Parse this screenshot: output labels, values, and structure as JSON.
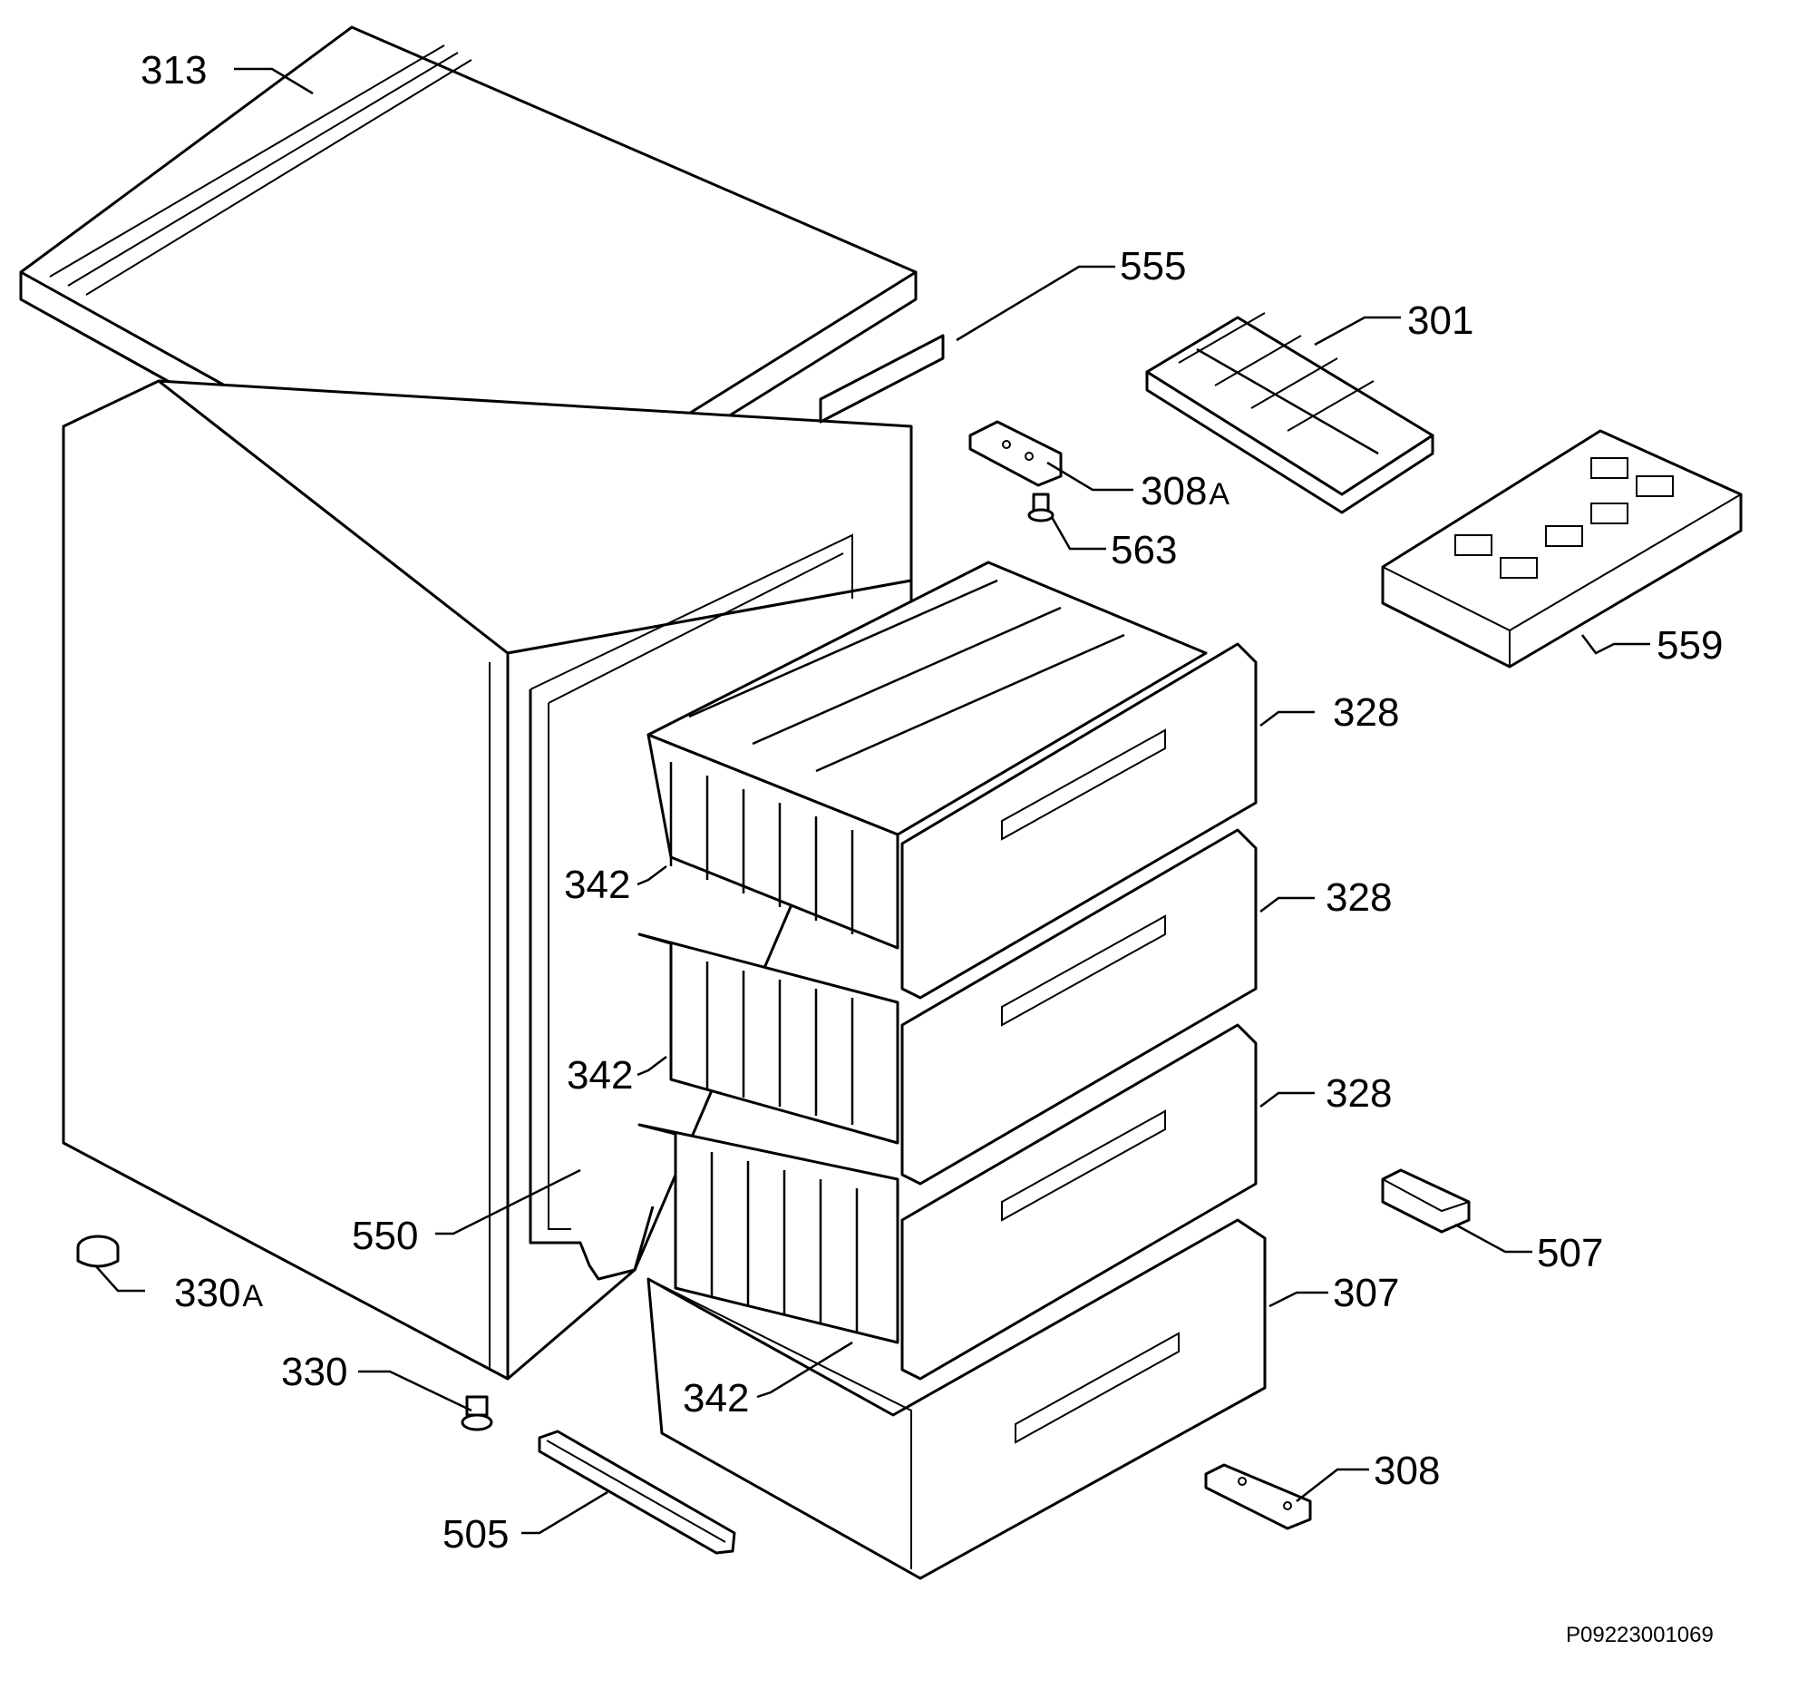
{
  "labels": {
    "top_cover": "313",
    "strip_555": "555",
    "ice_tray": "301",
    "hinge_top": "308",
    "hinge_top_suffix": "A",
    "hinge_pin": "563",
    "ice_pack": "559",
    "drawer_front_1": "328",
    "drawer_front_2": "328",
    "drawer_front_3": "328",
    "basket_1": "342",
    "basket_2": "342",
    "basket_3": "342",
    "door_seal": "550",
    "foot_cap": "330",
    "foot_cap_suffix": "A",
    "foot": "330",
    "bottom_drawer": "307",
    "bracket_507": "507",
    "plinth_rail": "505",
    "hinge_bottom": "308"
  },
  "document_id": "P09223001069"
}
